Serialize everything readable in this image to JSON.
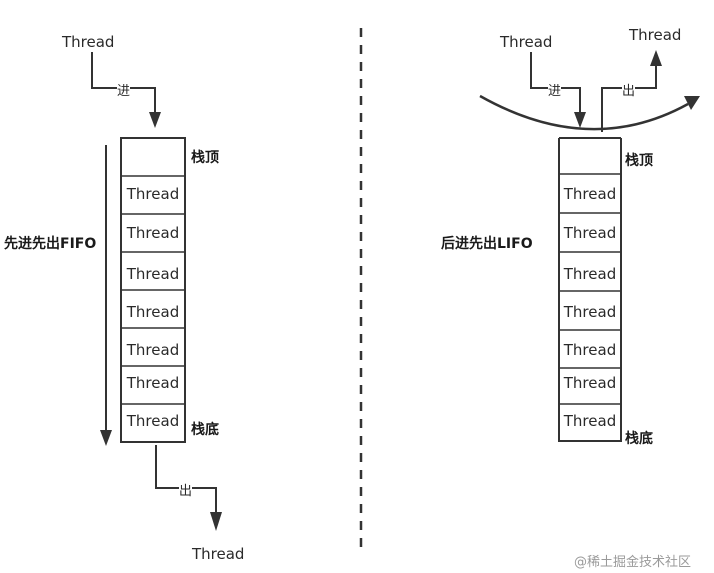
{
  "left": {
    "top_label": "Thread",
    "in_label": "进",
    "side_label": "先进先出FIFO",
    "stack_top_label": "栈顶",
    "stack_bottom_label": "栈底",
    "out_label": "出",
    "bottom_label": "Thread",
    "cells": [
      "Thread",
      "Thread",
      "Thread",
      "Thread",
      "Thread",
      "Thread",
      "Thread"
    ]
  },
  "right": {
    "top_in_label": "Thread",
    "top_out_label": "Thread",
    "in_label": "进",
    "out_label": "出",
    "side_label": "后进先出LIFO",
    "stack_top_label": "栈顶",
    "stack_bottom_label": "栈底",
    "cells": [
      "Thread",
      "Thread",
      "Thread",
      "Thread",
      "Thread",
      "Thread",
      "Thread"
    ]
  },
  "watermark": "@稀土掘金技术社区"
}
